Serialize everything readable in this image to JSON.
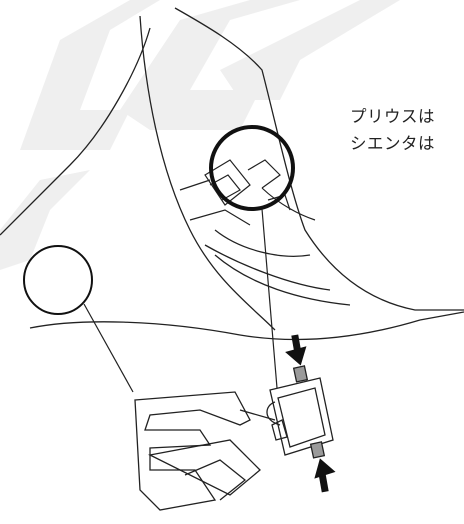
{
  "notes": {
    "line1": "プリウスは",
    "line2": "シエンタは"
  },
  "icons": {
    "watermark": "brand-logo-watermark",
    "callout_circle_main": "magnifier-circle",
    "callout_circle_empty": "empty-callout-circle",
    "arrows": "press-direction-arrow"
  },
  "colors": {
    "watermark": "#efefef",
    "line": "#222222",
    "connector_shade": "#9a9a9a"
  }
}
